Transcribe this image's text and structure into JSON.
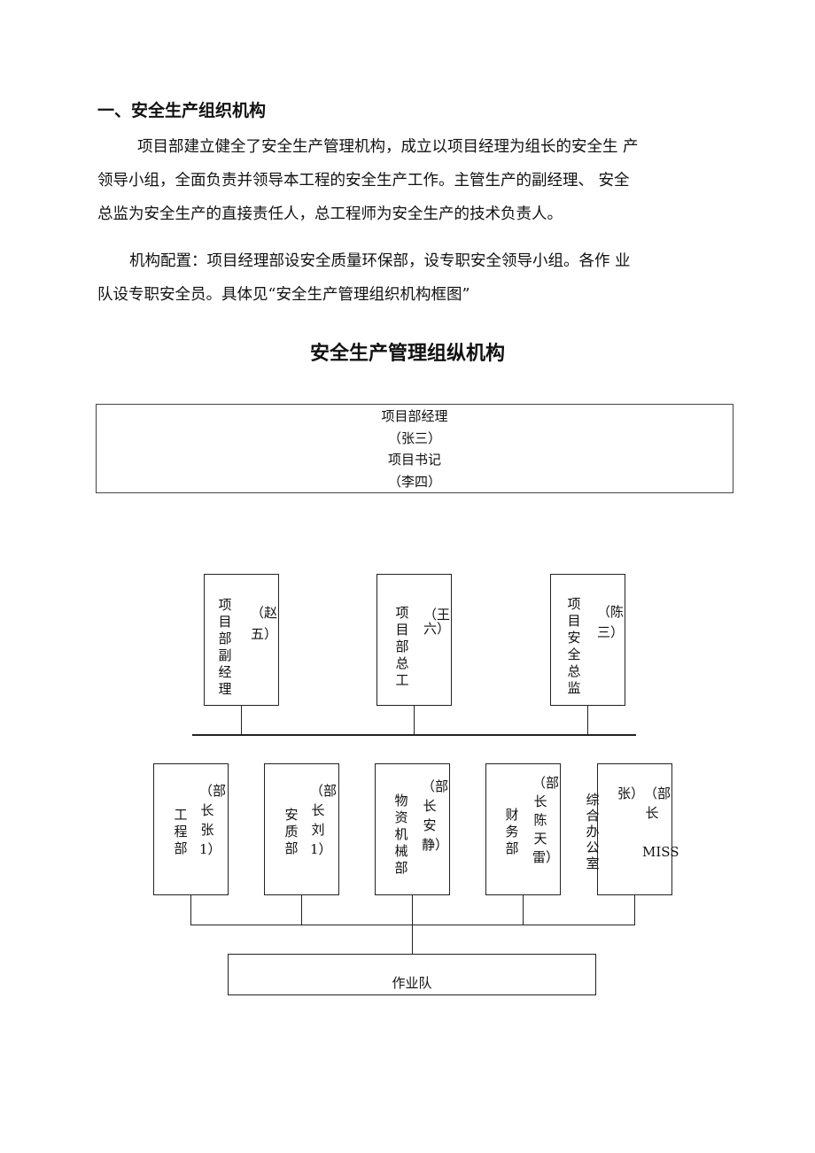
{
  "section_heading": "一、安全生产组织机构",
  "paragraph1": [
    "项目部建立健全了安全生产管理机构，成立以项目经理为组长的安全生 产",
    "领导小组，全面负责并领导本工程的安全生产工作。主管生产的副经理、 安全",
    "总监为安全生产的直接责任人，总工程师为安全生产的技术负责人。"
  ],
  "paragraph2": [
    "机构配置：项目经理部设安全质量环保部，设专职安全领导小组。各作 业",
    "队设专职安全员。具体见“安全生产管理组织机构框图”"
  ],
  "chart_title": "安全生产管理组纵机构",
  "top_box": [
    "项目部经理",
    "（张三）",
    "项目书记",
    "（李四）"
  ],
  "level2": [
    {
      "col1": "项目部副经理",
      "col2": "（赵五）"
    },
    {
      "col1": "项目部总工",
      "col2": "（王六）"
    },
    {
      "col1": "项目安全总监",
      "col2": "（陈三）"
    }
  ],
  "level3": [
    {
      "col1": "工程部",
      "col2": "（部长张1）"
    },
    {
      "col1": "安质部",
      "col2": "（部长刘1）"
    },
    {
      "col1": "物资机械部",
      "col2": "（部长安静）"
    },
    {
      "col1": "财务部",
      "col2": "（部长陈天雷）"
    },
    {
      "col1": "综合办公室",
      "col2": "张）",
      "col3": "（部长",
      "extra": "MISS"
    }
  ],
  "bottom_box": "作业队"
}
